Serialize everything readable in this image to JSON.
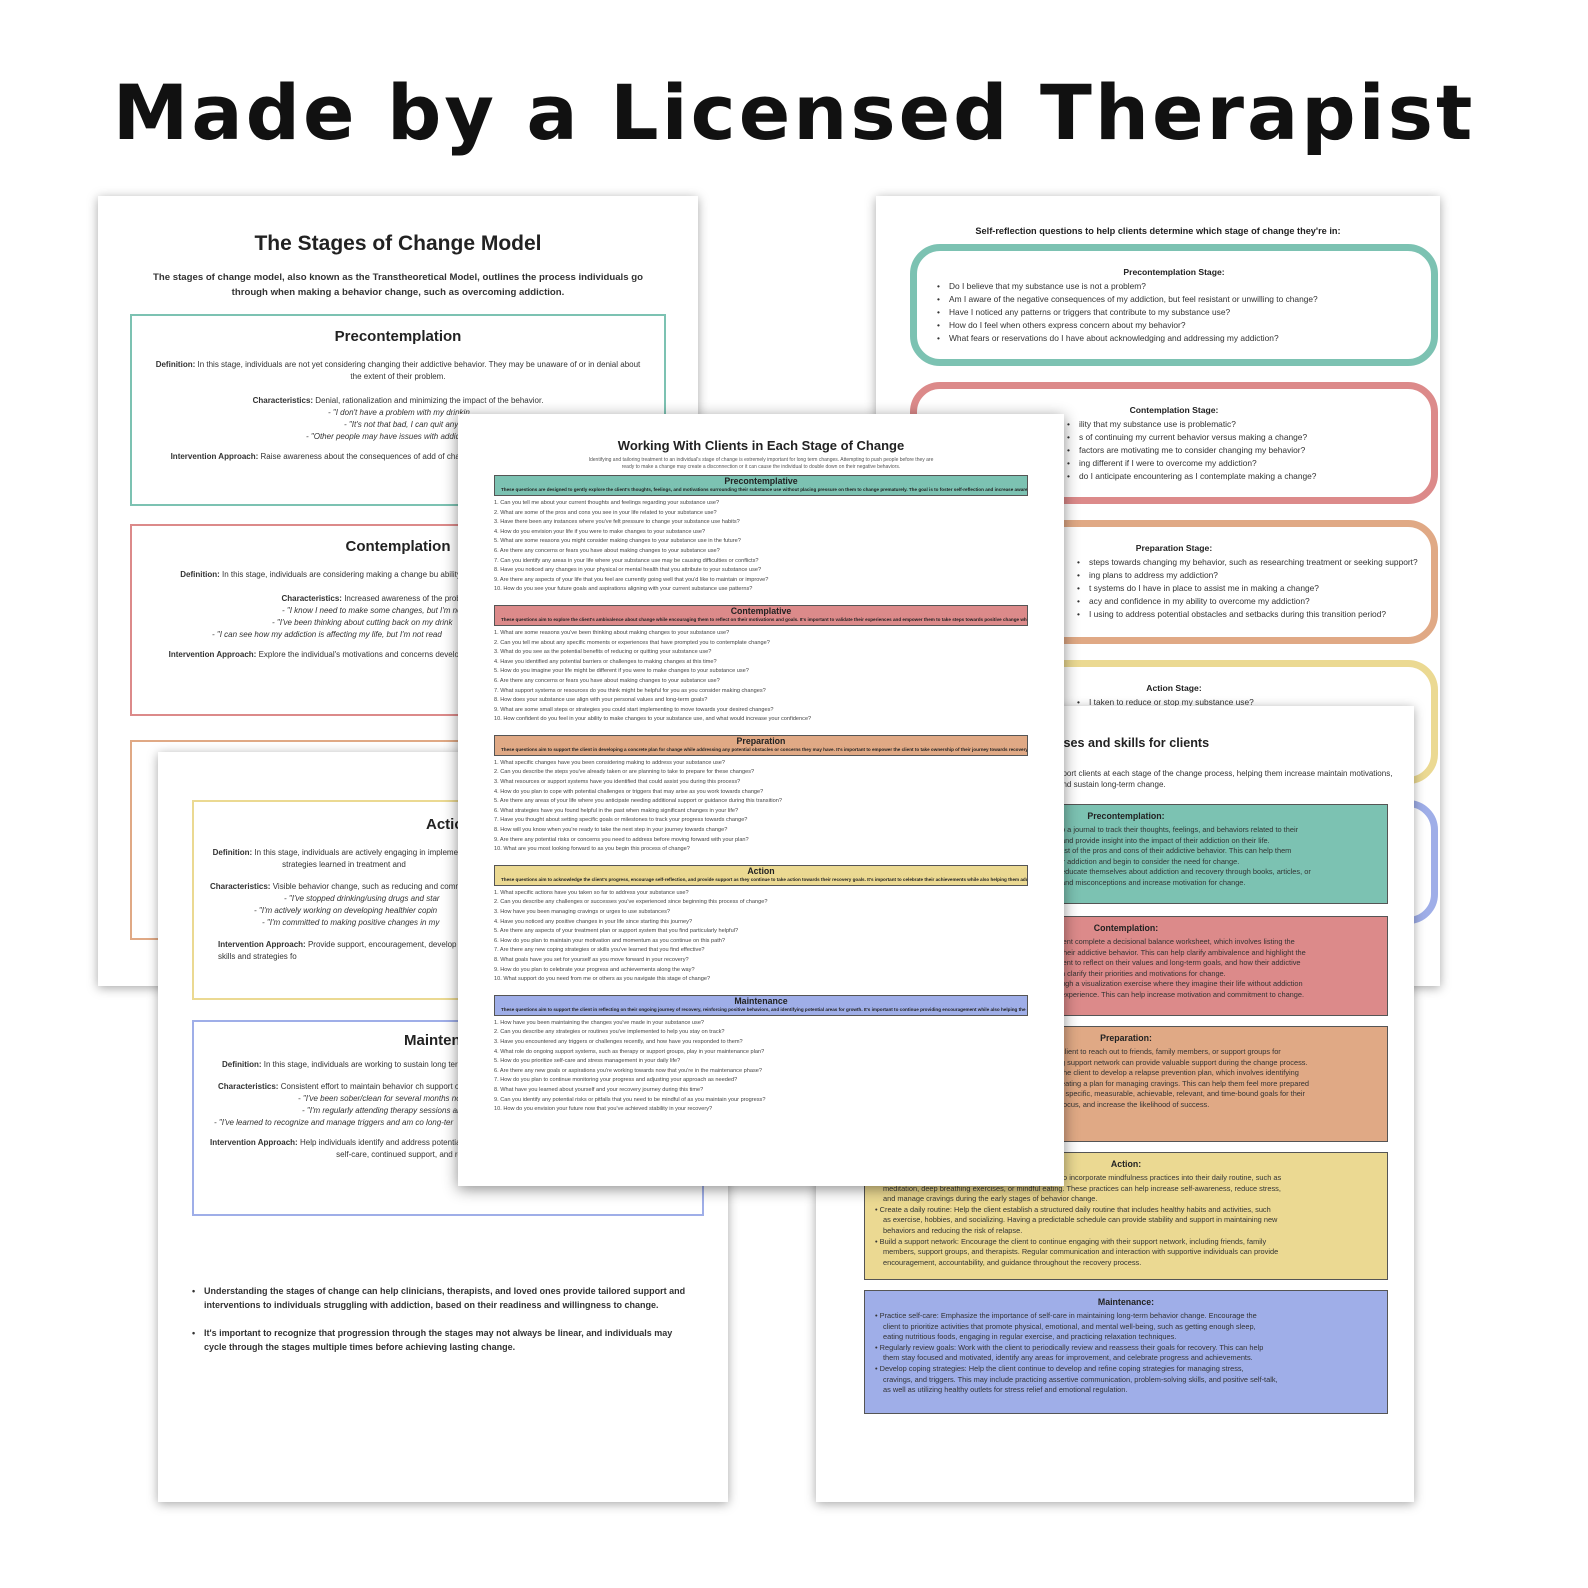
{
  "headline": "Made by a Licensed Therapist",
  "colors": {
    "teal": "#7cc2b2",
    "red": "#dc8a8a",
    "orange": "#e0a985",
    "yellow": "#ebd992",
    "blue": "#9faee8"
  },
  "page1": {
    "title": "The Stages of Change Model",
    "intro": "The stages of change model, also known as the Transtheoretical Model, outlines the process individuals go through when making a behavior change, such as overcoming addiction.",
    "pre": {
      "heading": "Precontemplation",
      "def_label": "Definition:",
      "def_text": "In this stage, individuals are not yet considering changing their addictive behavior. They may be unaware of or in denial about the extent of their problem.",
      "char_label": "Characteristics:",
      "char_text": "Denial, rationalization and minimizing the impact of the behavior.",
      "q1": "- \"I don't have a problem with my drinkin",
      "q2": "- \"It's not that bad, I can quit anytim",
      "q3": "- \"Other people may have issues with addic",
      "int_label": "Intervention Approach:",
      "int_text": "Raise awareness about the consequences of add of change, and encourage self-refl"
    },
    "con": {
      "heading": "Contemplation",
      "def_label": "Definition:",
      "def_text": "In this stage, individuals are considering making a change bu ability to do so.",
      "char_label": "Characteristics:",
      "char_text": "Increased awareness of the problem and its imp",
      "q1": "- \"I know I need to make some changes, but I'm no",
      "q2": "- \"I've been thinking about cutting back on my drink",
      "q3": "- \"I can see how my addiction is affecting my life, but I'm not read",
      "int_label": "Intervention Approach:",
      "int_text": "Explore the individual's motivations and concerns develop strategies for overcoming"
    }
  },
  "page3": {
    "act": {
      "heading": "Actic",
      "def_label": "Definition:",
      "def_text": "In this stage, individuals are actively engaging in implementing strategies learned in treatment and",
      "char_label": "Characteristics:",
      "char_text": "Visible behavior change, such as reducing and commitment to ma",
      "q1": "- \"I've stopped drinking/using drugs and star",
      "q2": "- \"I'm actively working on developing healthier copin",
      "q3": "- \"I'm committed to making positive changes in my",
      "int_label": "Intervention Approach:",
      "int_text": "Provide support, encouragement, develop coping skills and strategies fo"
    },
    "main": {
      "heading": "Mainten",
      "def_label": "Definition:",
      "def_text": "In this stage, individuals are working to sustain long ter",
      "char_label": "Characteristics:",
      "char_text": "Consistent effort to maintain behavior ch support ongoin",
      "q1": "- \"I've been sober/clean for several months now",
      "q2": "- \"I'm regularly attending therapy sessions and s",
      "q3": "- \"I've learned to recognize and manage triggers and am co long-ter",
      "int_label": "Intervention Approach:",
      "int_text": "Help individuals identify and address potential challenges to maintaining change. Reinforce the importance of self-care, continued support, and relapse prevention strategies."
    },
    "bullet1": "Understanding the stages of change can help clinicians, therapists, and loved ones provide tailored support and interventions to individuals struggling with addiction, based on their readiness and willingness to change.",
    "bullet2": "It's important to recognize that progression through the stages may not always be linear, and individuals may cycle through the stages multiple times before achieving lasting change."
  },
  "page2": {
    "title": "Self-reflection questions to help clients determine which stage of change they're in:",
    "pre": {
      "heading": "Precontemplation Stage:",
      "items": [
        "Do I believe that my substance use is not a problem?",
        "Am I aware of the negative consequences of my addiction, but feel resistant or unwilling to change?",
        "Have I noticed any patterns or triggers that contribute to my substance use?",
        "How do I feel when others express concern about my behavior?",
        "What fears or reservations do I have about acknowledging and addressing my addiction?"
      ]
    },
    "con": {
      "heading": "Contemplation Stage:",
      "items": [
        "ility that my substance use is problematic?",
        "s of continuing my current behavior versus making a change?",
        "factors are motivating me to consider changing my behavior?",
        "ing different if I were to overcome my addiction?",
        "do I anticipate encountering as I contemplate making a change?"
      ]
    },
    "prep": {
      "heading": "Preparation Stage:",
      "items": [
        "steps towards changing my behavior, such as researching treatment or seeking support?",
        "ing plans to address my addiction?",
        "t systems do I have in place to assist me in making a change?",
        "acy and confidence in my ability to overcome my addiction?",
        "I using to address potential obstacles and setbacks during this transition period?"
      ]
    },
    "act": {
      "heading": "Action Stage:",
      "items": [
        "I taken to reduce or stop my substance use?"
      ]
    }
  },
  "page4": {
    "title": "ises and skills for clients",
    "intro": "pport clients at each stage of the change process, helping them increase maintain motivations, and sustain long-term change.",
    "pre": {
      "heading": "Precontemplation:",
      "lines": [
        "p a journal to track their thoughts, feelings, and behaviors related to their",
        "and provide insight into the impact of their addiction on their life.",
        "list of the pros and cons of their addictive behavior. This can help them",
        "ir addiction and begin to consider the need for change.",
        "educate themselves about addiction and recovery through books, articles, or",
        "and misconceptions and increase motivation for change."
      ]
    },
    "con": {
      "heading": "Contemplation:",
      "lines": [
        "ient complete a decisional balance worksheet, which involves listing the",
        "their addictive behavior. This can help clarify ambivalence and highlight the",
        "",
        "ient to reflect on their values and long-term goals, and how their addictive",
        "n clarify their priorities and motivations for change.",
        "ugh a visualization exercise where they imagine their life without addiction",
        "experience. This can help increase motivation and commitment to change."
      ]
    },
    "prep": {
      "heading": "Preparation:",
      "lines": [
        "client to reach out to friends, family members, or support groups for",
        "g support network can provide valuable support during the change process.",
        "the client to develop a relapse prevention plan, which involves identifying",
        "eating a plan for managing cravings. This can help them feel more prepared",
        "",
        "r specific, measurable, achievable, relevant, and time-bound goals for their",
        "focus, and increase the likelihood of success."
      ]
    },
    "act": {
      "heading": "Action:",
      "lines": [
        "to incorporate mindfulness practices into their daily routine, such as",
        "meditation, deep breathing exercises, or mindful eating. These practices can help increase self-awareness, reduce stress,",
        "and manage cravings during the early stages of behavior change.",
        "• Create a daily routine: Help the client establish a structured daily routine that includes healthy habits and activities, such",
        "as exercise, hobbies, and socializing. Having a predictable schedule can provide stability and support in maintaining new",
        "behaviors and reducing the risk of relapse.",
        "• Build a support network: Encourage the client to continue engaging with their support network, including friends, family",
        "members, support groups, and therapists. Regular communication and interaction with supportive individuals can provide",
        "encouragement, accountability, and guidance throughout the recovery process."
      ]
    },
    "main": {
      "heading": "Maintenance:",
      "lines": [
        "• Practice self-care: Emphasize the importance of self-care in maintaining long-term behavior change. Encourage the",
        "client to prioritize activities that promote physical, emotional, and mental well-being, such as getting enough sleep,",
        "eating nutritious foods, engaging in regular exercise, and practicing relaxation techniques.",
        "• Regularly review goals: Work with the client to periodically review and reassess their goals for recovery. This can help",
        "them stay focused and motivated, identify any areas for improvement, and celebrate progress and achievements.",
        "• Develop coping strategies: Help the client continue to develop and refine coping strategies for managing stress,",
        "cravings, and triggers. This may include practicing assertive communication, problem-solving skills, and positive self-talk,",
        "as well as utilizing healthy outlets for stress relief and emotional regulation."
      ]
    }
  },
  "page5": {
    "title": "Working With Clients in Each Stage of Change",
    "intro1": "Identifying and tailoring treatment to an individual's stage of change is extremely important for long term changes. Attempting to push people before they are",
    "intro2": "ready to make a change may create a disconnection or it can cause the individual to double down on their negative behaviors.",
    "sections": [
      {
        "heading": "Precontemplative",
        "sub": "These questions are designed to gently explore the client's thoughts, feelings, and motivations surrounding their substance use without placing pressure on them to change prematurely. The goal is to foster self-reflection and increase awareness of the need for change at their own pace.",
        "questions": [
          "1. Can you tell me about your current thoughts and feelings regarding your substance use?",
          "2. What are some of the pros and cons you see in your life related to your substance use?",
          "3. Have there been any instances where you've felt pressure to change your substance use habits?",
          "4. How do you envision your life if you were to make changes to your substance use?",
          "5. What are some reasons you might consider making changes to your substance use in the future?",
          "6. Are there any concerns or fears you have about making changes to your substance use?",
          "7. Can you identify any areas in your life where your substance use may be causing difficulties or conflicts?",
          "8. Have you noticed any changes in your physical or mental health that you attribute to your substance use?",
          "9. Are there any aspects of your life that you feel are currently going well that you'd like to maintain or improve?",
          "10. How do you see your future goals and aspirations aligning with your current substance use patterns?"
        ]
      },
      {
        "heading": "Contemplative",
        "sub": "These questions aim to explore the client's ambivalence about change while encouraging them to reflect on their motivations and goals. It's important to validate their experiences and empower them to take steps towards positive change when they feel ready.",
        "questions": [
          "1. What are some reasons you've been thinking about making changes to your substance use?",
          "2. Can you tell me about any specific moments or experiences that have prompted you to contemplate change?",
          "3. What do you see as the potential benefits of reducing or quitting your substance use?",
          "4. Have you identified any potential barriers or challenges to making changes at this time?",
          "5. How do you imagine your life might be different if you were to make changes to your substance use?",
          "6. Are there any concerns or fears you have about making changes to your substance use?",
          "7. What support systems or resources do you think might be helpful for you as you consider making changes?",
          "8. How does your substance use align with your personal values and long-term goals?",
          "9. What are some small steps or strategies you could start implementing to move towards your desired changes?",
          "10. How confident do you feel in your ability to make changes to your substance use, and what would increase your confidence?"
        ]
      },
      {
        "heading": "Preparation",
        "sub": "These questions aim to support the client in developing a concrete plan for change while addressing any potential obstacles or concerns they may have. It's important to empower the client to take ownership of their journey towards recovery and provide them with the tools and resources they need to succeed.",
        "questions": [
          "1. What specific changes have you been considering making to address your substance use?",
          "2. Can you describe the steps you've already taken or are planning to take to prepare for these changes?",
          "3. What resources or support systems have you identified that could assist you during this process?",
          "4. How do you plan to cope with potential challenges or triggers that may arise as you work towards change?",
          "5. Are there any areas of your life where you anticipate needing additional support or guidance during this transition?",
          "6. What strategies have you found helpful in the past when making significant changes in your life?",
          "7. Have you thought about setting specific goals or milestones to track your progress towards change?",
          "8. How will you know when you're ready to take the next step in your journey towards change?",
          "9. Are there any potential risks or concerns you need to address before moving forward with your plan?",
          "10. What are you most looking forward to as you begin this process of change?"
        ]
      },
      {
        "heading": "Action",
        "sub": "These questions aim to acknowledge the client's progress, encourage self-reflection, and provide support as they continue to take action towards their recovery goals. It's important to celebrate their achievements while also helping them address any ongoing challenges.",
        "questions": [
          "1. What specific actions have you taken so far to address your substance use?",
          "2. Can you describe any challenges or successes you've experienced since beginning this process of change?",
          "3. How have you been managing cravings or urges to use substances?",
          "4. Have you noticed any positive changes in your life since starting this journey?",
          "5. Are there any aspects of your treatment plan or support system that you find particularly helpful?",
          "6. How do you plan to maintain your motivation and momentum as you continue on this path?",
          "7. Are there any new coping strategies or skills you've learned that you find effective?",
          "8. What goals have you set for yourself as you move forward in your recovery?",
          "9. How do you plan to celebrate your progress and achievements along the way?",
          "10. What support do you need from me or others as you navigate this stage of change?"
        ]
      },
      {
        "heading": "Maintenance",
        "sub": "These questions aim to support the client in reflecting on their ongoing journey of recovery, reinforcing positive behaviors, and identifying potential areas for growth. It's important to continue providing encouragement while also helping the client develop skills and resilience to maintain their progress long-term.",
        "questions": [
          "1. How have you been maintaining the changes you've made in your substance use?",
          "2. Can you describe any strategies or routines you've implemented to help you stay on track?",
          "3. Have you encountered any triggers or challenges recently, and how have you responded to them?",
          "4. What role do ongoing support systems, such as therapy or support groups, play in your maintenance plan?",
          "5. How do you prioritize self-care and stress management in your daily life?",
          "6. Are there any new goals or aspirations you're working towards now that you're in the maintenance phase?",
          "7. How do you plan to continue monitoring your progress and adjusting your approach as needed?",
          "8. What have you learned about yourself and your recovery journey during this time?",
          "9. Can you identify any potential risks or pitfalls that you need to be mindful of as you maintain your progress?",
          "10. How do you envision your future now that you've achieved stability in your recovery?"
        ]
      }
    ]
  }
}
